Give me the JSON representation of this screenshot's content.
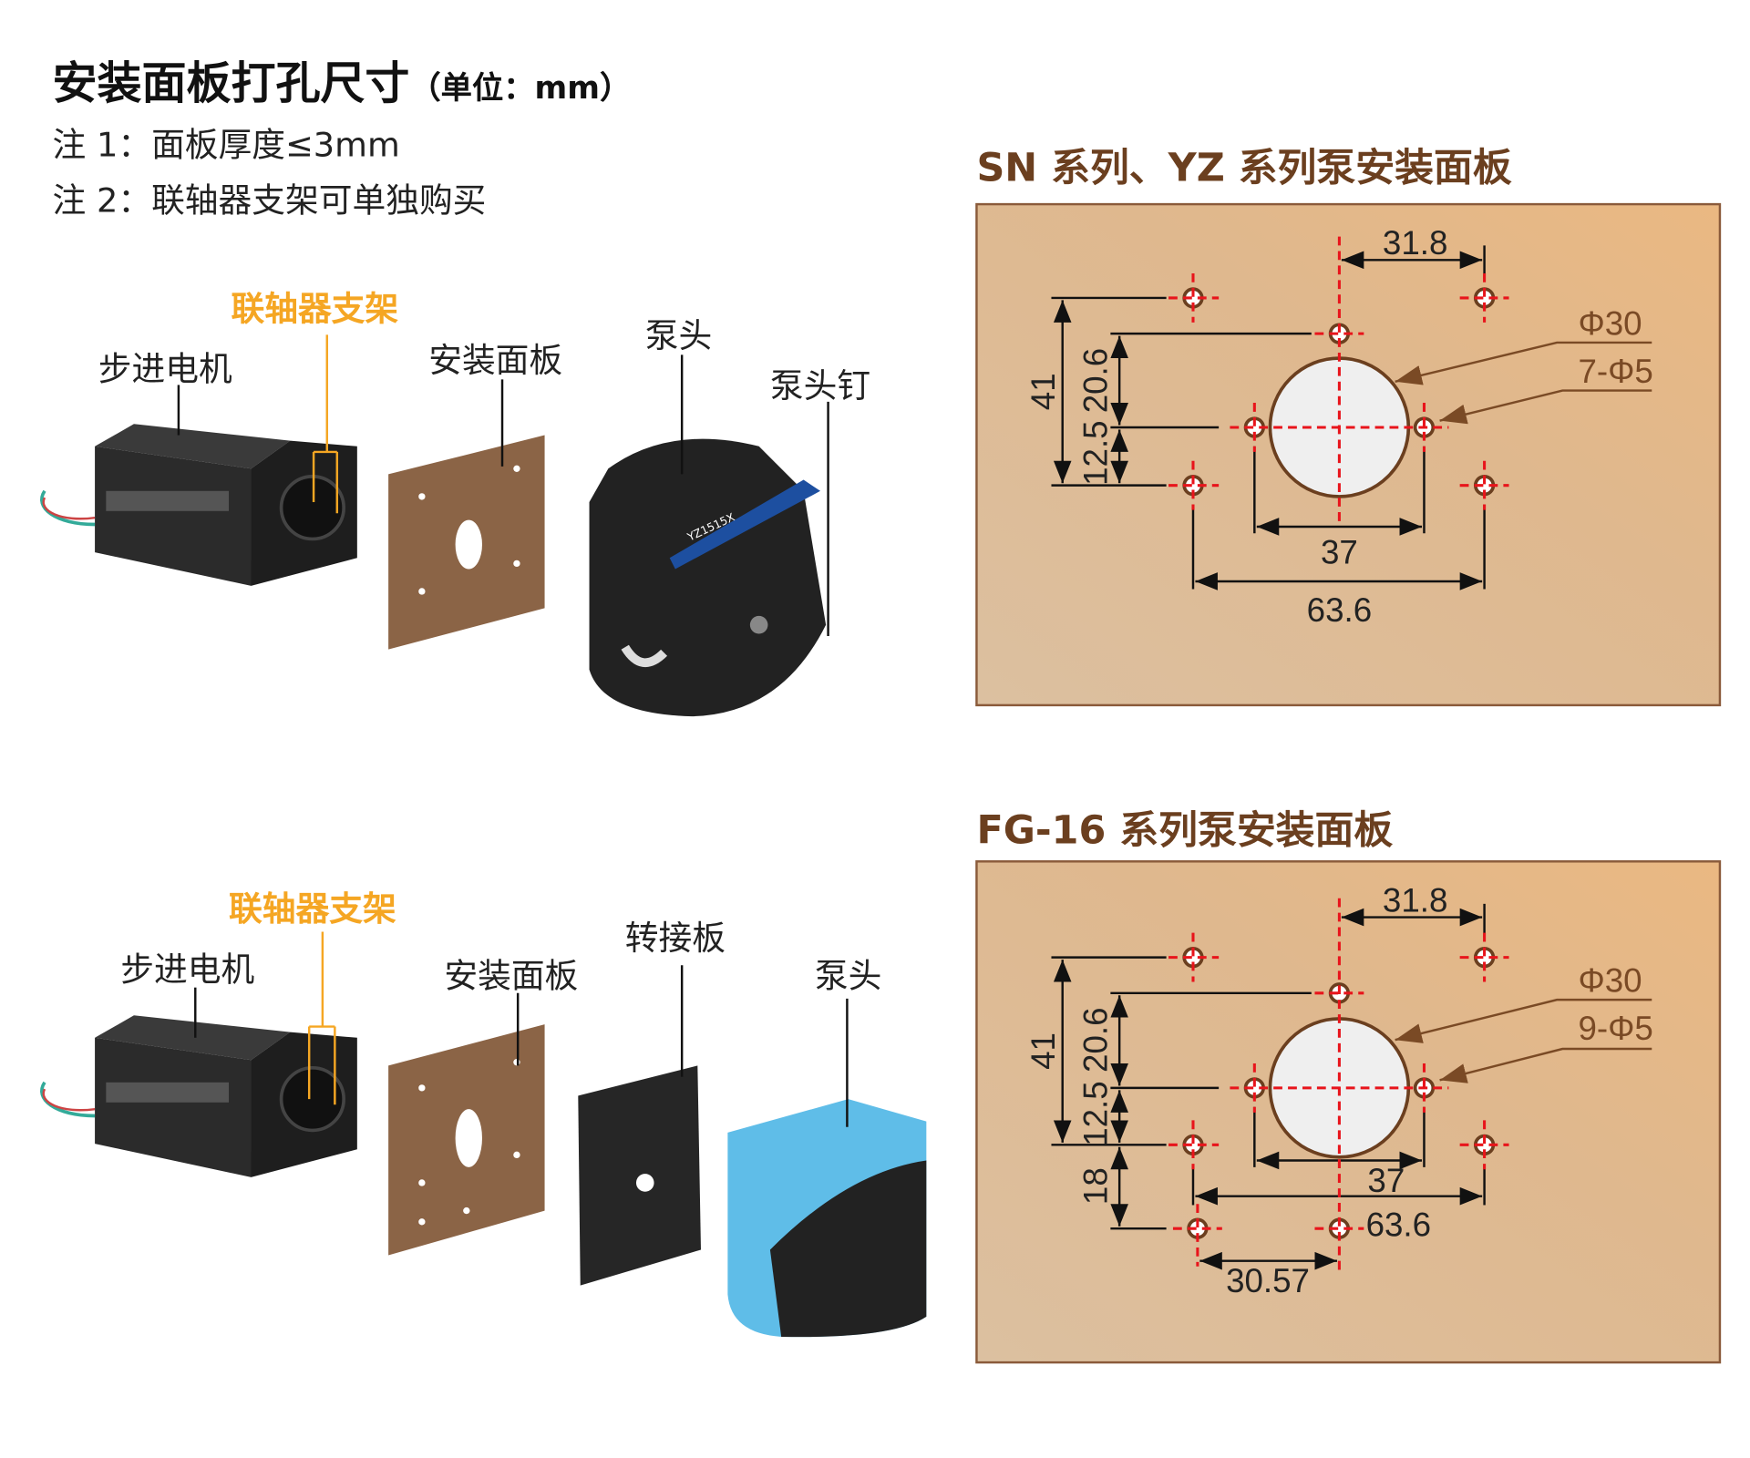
{
  "header": {
    "title": "安装面板打孔尺寸",
    "unit": "（单位：mm）",
    "note1": "注 1：面板厚度≤3mm",
    "note2": "注 2：联轴器支架可单独购买"
  },
  "assembly_top": {
    "coupling_bracket": "联轴器支架",
    "stepper_motor": "步进电机",
    "mount_panel": "安装面板",
    "pump_head": "泵头",
    "pump_head_pin": "泵头钉",
    "pump_model": "YZ1515X"
  },
  "assembly_bottom": {
    "coupling_bracket": "联轴器支架",
    "stepper_motor": "步进电机",
    "mount_panel": "安装面板",
    "adapter_plate": "转接板",
    "pump_head": "泵头"
  },
  "panel_sn_yz": {
    "title": "SN 系列、YZ 系列泵安装面板",
    "dim_31_8": "31.8",
    "dim_41": "41",
    "dim_20_6": "20.6",
    "dim_12_5": "12.5",
    "dim_37": "37",
    "dim_63_6": "63.6",
    "big_hole": "Φ30",
    "small_holes": "7-Φ5"
  },
  "panel_fg16": {
    "title": "FG-16 系列泵安装面板",
    "dim_31_8": "31.8",
    "dim_41": "41",
    "dim_20_6": "20.6",
    "dim_12_5": "12.5",
    "dim_18": "18",
    "dim_37": "37",
    "dim_63_6": "63.6",
    "dim_30_57": "30.57",
    "big_hole": "Φ30",
    "small_holes": "9-Φ5"
  },
  "colors": {
    "accent": "#f5a623",
    "title_brown": "#6b3f1f",
    "panel": "#deb88f",
    "centerline": "#e8141b"
  }
}
